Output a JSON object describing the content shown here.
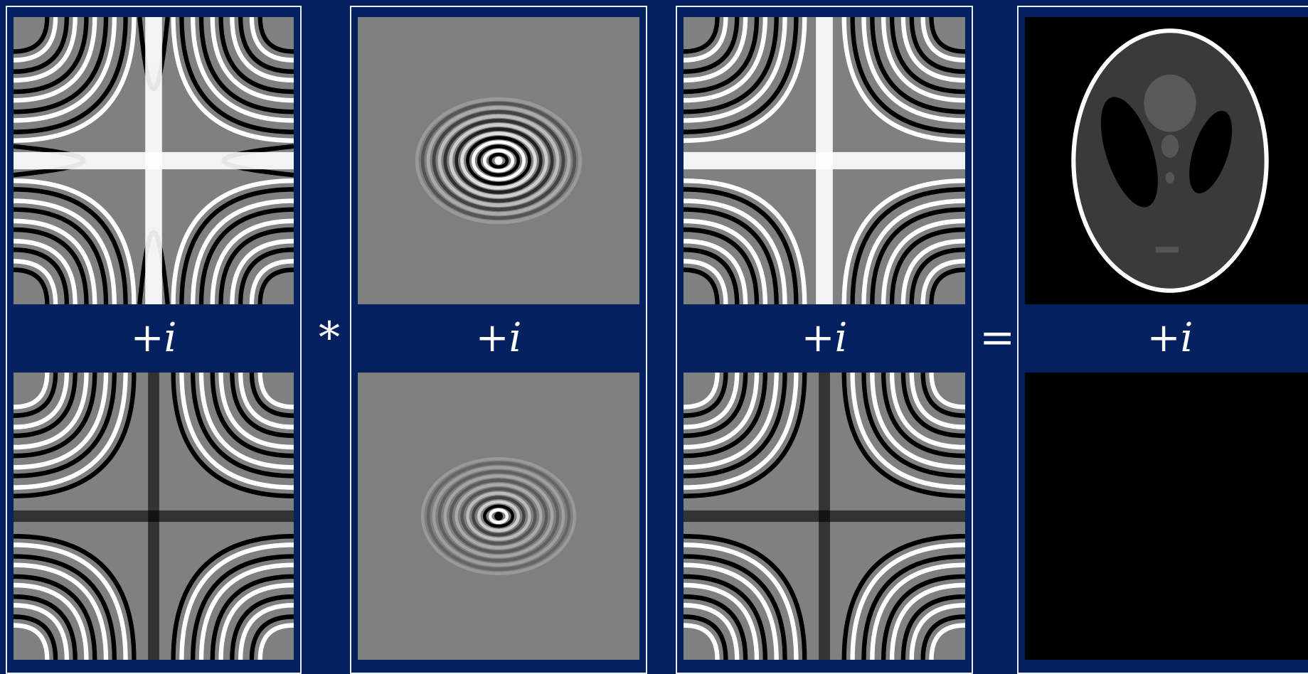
{
  "equation": {
    "panels": [
      {
        "id": "panel-1",
        "label_plus": "+",
        "label_i": "i"
      },
      {
        "id": "panel-2",
        "label_plus": "+",
        "label_i": "i"
      },
      {
        "id": "panel-3",
        "label_plus": "+",
        "label_i": "i"
      },
      {
        "id": "panel-4",
        "label_plus": "+",
        "label_i": "i"
      }
    ],
    "operators": {
      "convolution": "*",
      "equals": "="
    }
  },
  "colors": {
    "background": "#03215f",
    "panel_border": "#e8eefc",
    "black": "#000000",
    "white": "#ffffff",
    "mid_gray": "#7f7f7f"
  },
  "icons": {
    "chirp_pattern": "chirp-pattern-icon",
    "ring_pattern": "ring-pattern-icon",
    "phantom": "shepp-logan-phantom-icon"
  }
}
